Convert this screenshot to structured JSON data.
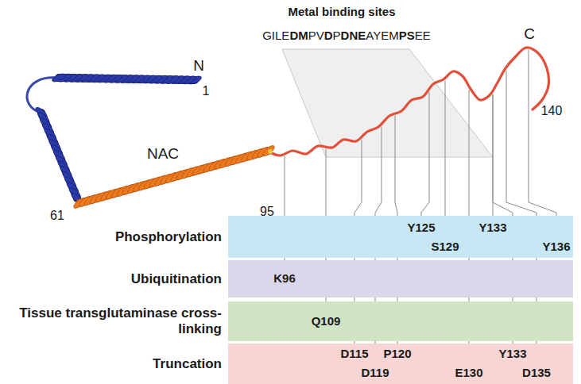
{
  "diagram": {
    "nodes": [
      {
        "text": [
          "Phosphorylation",
          "Y125",
          "S129",
          "Y133",
          "Y136"
        ]
      },
      {
        "text": [
          "Ubiquitination",
          "K96"
        ]
      },
      {
        "text": [
          "Tissue transglutaminase cross-linking",
          "Q109"
        ]
      },
      {
        "text": [
          "Truncation",
          "D115",
          "D119",
          "P120",
          "E130",
          "Y133",
          "D135"
        ]
      }
    ],
    "labels": [
      "Metal binding sites",
      "GILEDMPVDPDNEAYEMPSEE",
      "N",
      "1",
      "NAC",
      "61",
      "95",
      "C",
      "140"
    ]
  }
}
